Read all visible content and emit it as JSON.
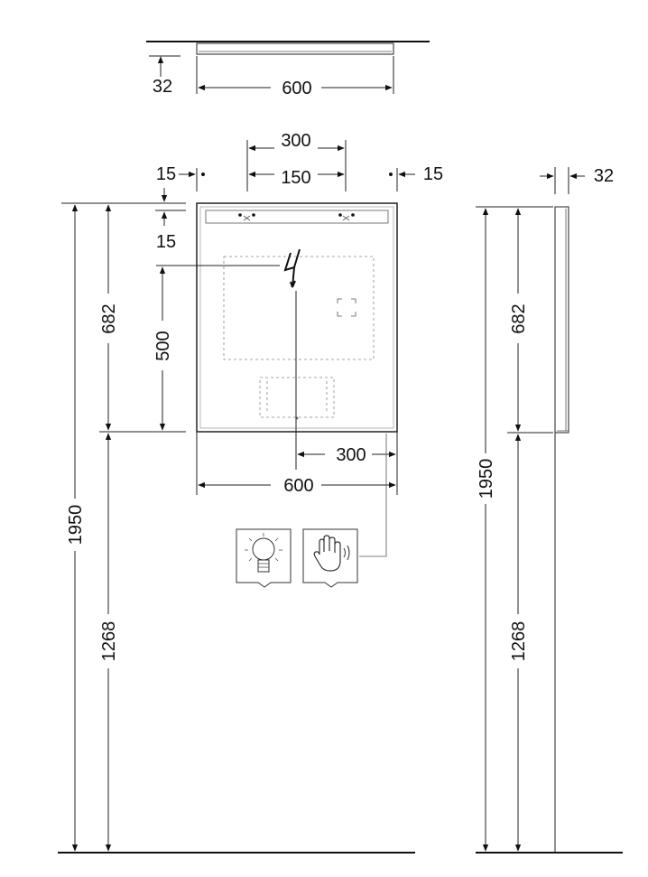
{
  "top_view": {
    "depth": "32",
    "width": "600"
  },
  "front_view": {
    "spacing_outer": "300",
    "spacing_inner": "150",
    "edge_left": "15",
    "edge_right": "15",
    "edge_top": "15",
    "mirror_height": "682",
    "zone_height": "500",
    "floor_to_top": "1950",
    "floor_to_bottom": "1268",
    "cable_offset": "300",
    "bottom_width": "600"
  },
  "side_view": {
    "depth": "32",
    "mirror_height": "682",
    "floor_to_top": "1950",
    "floor_to_bottom": "1268"
  },
  "icons": [
    "light-bulb-icon",
    "hand-sensor-icon",
    "power-connection-icon"
  ]
}
